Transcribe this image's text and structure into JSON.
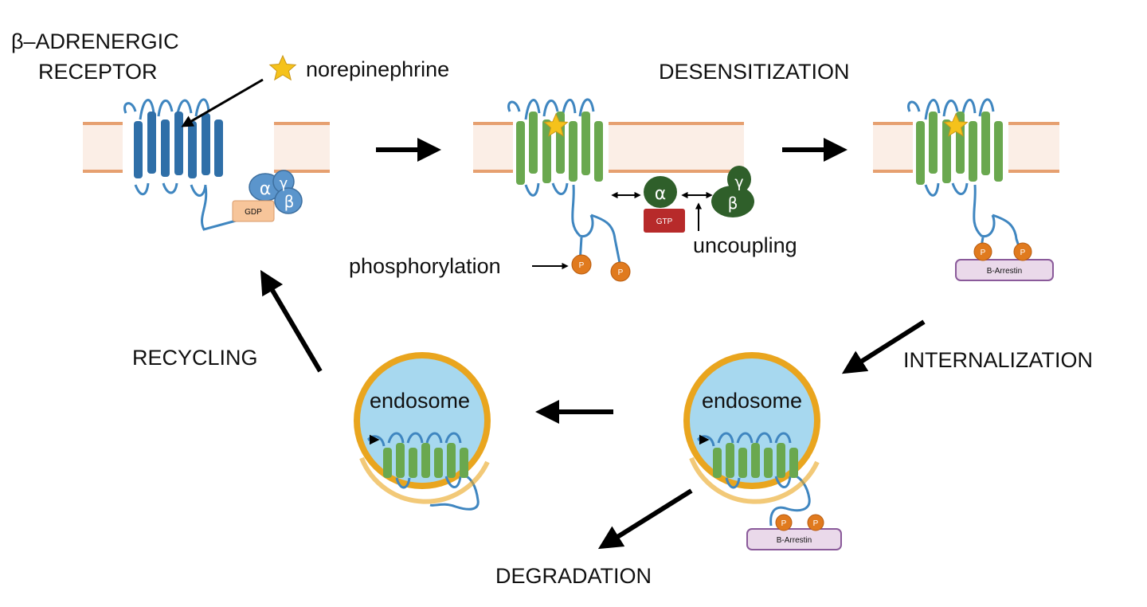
{
  "labels": {
    "receptor_line1": "β–ADRENERGIC",
    "receptor_line2": "RECEPTOR",
    "norepinephrine": "norepinephrine",
    "desensitization": "DESENSITIZATION",
    "phosphorylation": "phosphorylation",
    "uncoupling": "uncoupling",
    "internalization": "INTERNALIZATION",
    "recycling": "RECYCLING",
    "degradation": "DEGRADATION",
    "endosome": "endosome"
  },
  "gprotein": {
    "alpha": "α",
    "beta": "β",
    "gamma": "γ",
    "gdp": "GDP",
    "gtp": "GTP"
  },
  "badges": {
    "phosphate": "P",
    "arrestin": "B-Arrestin"
  },
  "colors": {
    "membrane_fill": "#fbeee6",
    "membrane_line": "#e6a070",
    "inactive_receptor": "#2f6fa8",
    "active_receptor": "#6aa84f",
    "receptor_loop": "#3f86c0",
    "g_alpha_inactive": "#5b95cc",
    "g_protein_active": "#2f5f2a",
    "gdp_box": "#f7c59a",
    "gtp_box": "#b72a2a",
    "phosphate": "#e07a1e",
    "arrestin_fill": "#ead9ea",
    "arrestin_border": "#8a5a9a",
    "endosome_fill": "#a7d8ef",
    "endosome_ring": "#e9a51e",
    "star": "#f5c21b",
    "arrow": "#000000"
  }
}
